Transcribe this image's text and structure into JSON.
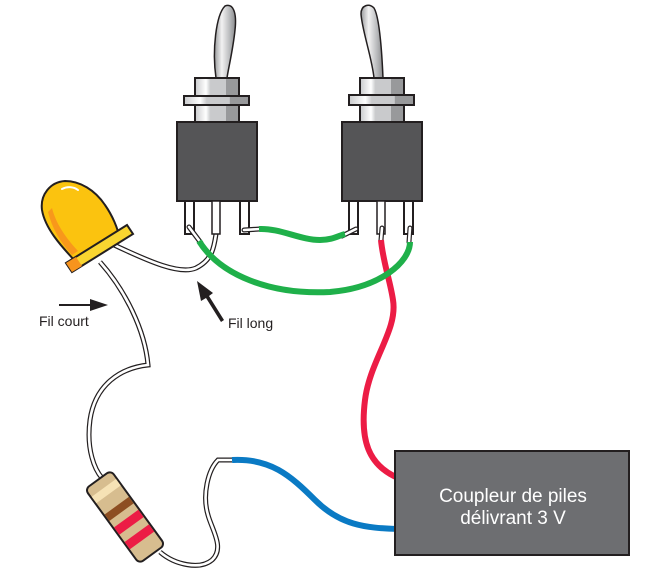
{
  "diagram": {
    "type": "wiring-diagram",
    "components": {
      "switch_left": {
        "name": "toggle-switch",
        "terminals": 3
      },
      "switch_right": {
        "name": "toggle-switch",
        "terminals": 3
      },
      "led": {
        "name": "LED",
        "color": "#fbc30f"
      },
      "resistor": {
        "name": "resistor",
        "bands": [
          "#f6e2b5",
          "#8d4e22",
          "#ec1c45",
          "#ec1c45"
        ]
      },
      "battery": {
        "label_line1": "Coupleur de piles",
        "label_line2": "délivrant 3 V"
      }
    },
    "labels": {
      "short_lead": "Fil court",
      "long_lead": "Fil long"
    },
    "wires": [
      {
        "color_name": "green",
        "color": "#1fb04a",
        "from": "switch_left.terminal_3",
        "to": "switch_right.terminal_1"
      },
      {
        "color_name": "green",
        "color": "#1fb04a",
        "from": "switch_left.terminal_1",
        "to": "switch_right.terminal_3"
      },
      {
        "color_name": "red",
        "color": "#ec1c45",
        "from": "switch_right.terminal_2",
        "to": "battery"
      },
      {
        "color_name": "blue",
        "color": "#0a7ac4",
        "from": "resistor",
        "to": "battery"
      },
      {
        "color_name": "lead",
        "color": "#ffffff",
        "from": "led.long_lead",
        "to": "switch_left.terminal_2"
      },
      {
        "color_name": "lead",
        "color": "#ffffff",
        "from": "led.short_lead",
        "to": "resistor"
      }
    ],
    "colors": {
      "switch_body": "#555557",
      "battery_body": "#6d6e71",
      "outline": "#231f20"
    }
  }
}
